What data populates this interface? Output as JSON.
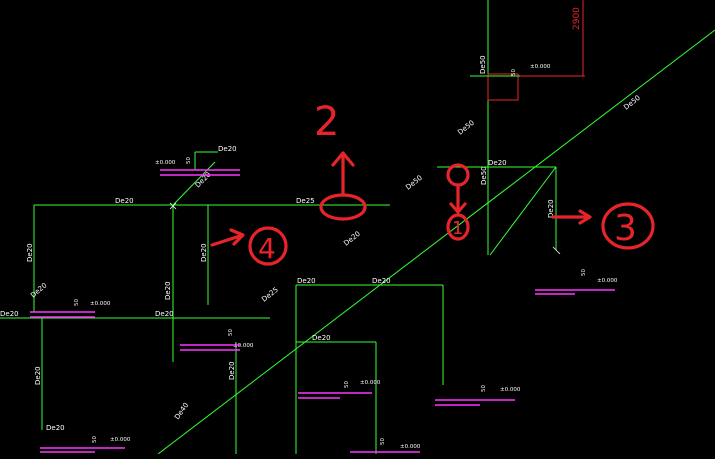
{
  "colors": {
    "background": "#000000",
    "pipe": "#33ff33",
    "annotation": "#e8242b",
    "ground": "#ff33ff",
    "text": "#ffffff"
  },
  "dimension_2900": "2900",
  "callouts": {
    "one": "1",
    "two": "2",
    "three": "3",
    "four": "4"
  },
  "pipe_labels": {
    "de50_top": "De50",
    "de50_diag_upper": "De50",
    "de50_diag_mid": "De50",
    "de50_diag_lower": "De50",
    "de50_riser": "De50",
    "de20_a": "De20",
    "de20_b": "De20",
    "de20_c": "De20",
    "de20_d": "De20",
    "de20_e": "De20",
    "de20_f": "De20",
    "de20_g": "De20",
    "de20_h": "De20",
    "de20_i": "De20",
    "de20_j": "De20",
    "de20_k": "De20",
    "de20_l": "De20",
    "de20_m": "De20",
    "de20_n": "De20",
    "de20_o": "De20",
    "de20_p": "De20",
    "de20_q": "De20",
    "de20_r": "De20",
    "de25_a": "De25",
    "de25_b": "De25",
    "de40": "De40"
  },
  "elevations": {
    "e1": "±0.000",
    "e2": "±0.000",
    "e3": "±0.000",
    "e4": "±0.000",
    "e5": "±0.000",
    "e6": "±0.000",
    "e7": "±0.000",
    "e8": "±0.000",
    "e9": "±0.000"
  },
  "heights": {
    "h1": "50",
    "h2": "50",
    "h3": "50",
    "h4": "50",
    "h5": "50",
    "h6": "50",
    "h7": "50",
    "h8": "50",
    "h9": "50"
  }
}
